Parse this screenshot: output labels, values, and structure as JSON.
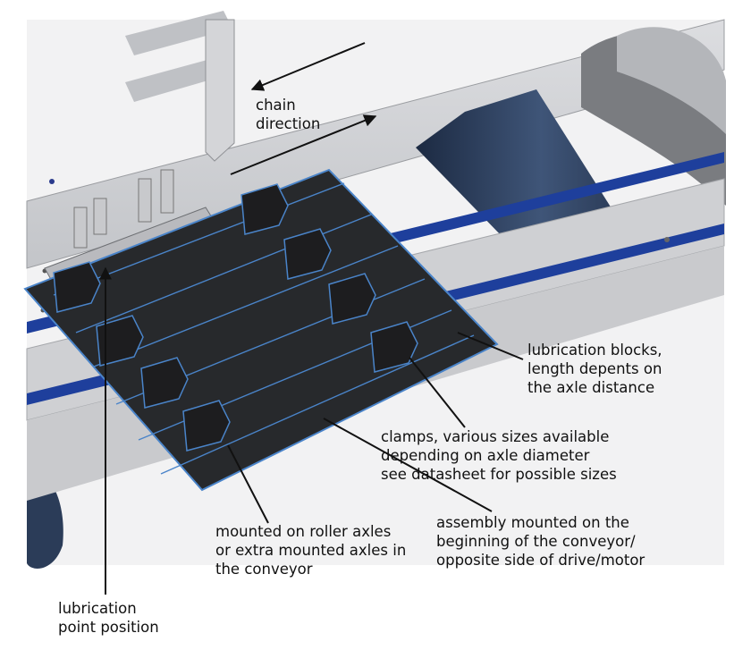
{
  "colors": {
    "frame": "#cfd0d3",
    "frame_shadow": "#a7a9ad",
    "plate": "#27292c",
    "plate_edge": "#4a84c9",
    "rail_blue": "#1e3f9c",
    "shaft": "#2e3f5a",
    "clamp": "#1d1d1f",
    "text": "#111111"
  },
  "labels": {
    "chain_direction": [
      "chain",
      "direction"
    ],
    "lubrication_blocks": [
      "lubrication blocks,",
      "length depents on",
      "the axle distance"
    ],
    "clamps": [
      "clamps, various sizes available",
      "depending on axle diameter",
      "see datasheet for possible sizes"
    ],
    "mounted_axles": [
      "mounted on roller axles",
      "or extra mounted axles in",
      "the conveyor"
    ],
    "assembly": [
      "assembly mounted on the",
      "beginning of the conveyor/",
      "opposite side of drive/motor"
    ],
    "lubrication_point": [
      "lubrication",
      "point position"
    ]
  }
}
